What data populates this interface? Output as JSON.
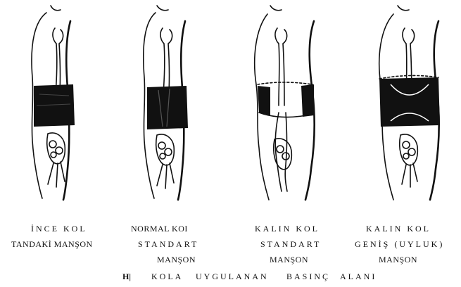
{
  "panels": [
    {
      "line1": "İNCE KOL",
      "line2": "TANDAKİ MANŞON",
      "line3": ""
    },
    {
      "line1": "NORMAL KOI",
      "line2": "STANDART",
      "line3": "MANŞON"
    },
    {
      "line1": "KALIN KOL",
      "line2": "STANDART",
      "line3": "MANŞON"
    },
    {
      "line1": "KALIN KOL",
      "line2": "GENİŞ (UYLUK)",
      "line3": "MANŞON"
    }
  ],
  "caption": {
    "prefix": "H|",
    "words": [
      "KOLA",
      "UYGULANAN",
      "BASINÇ",
      "ALANI"
    ]
  }
}
